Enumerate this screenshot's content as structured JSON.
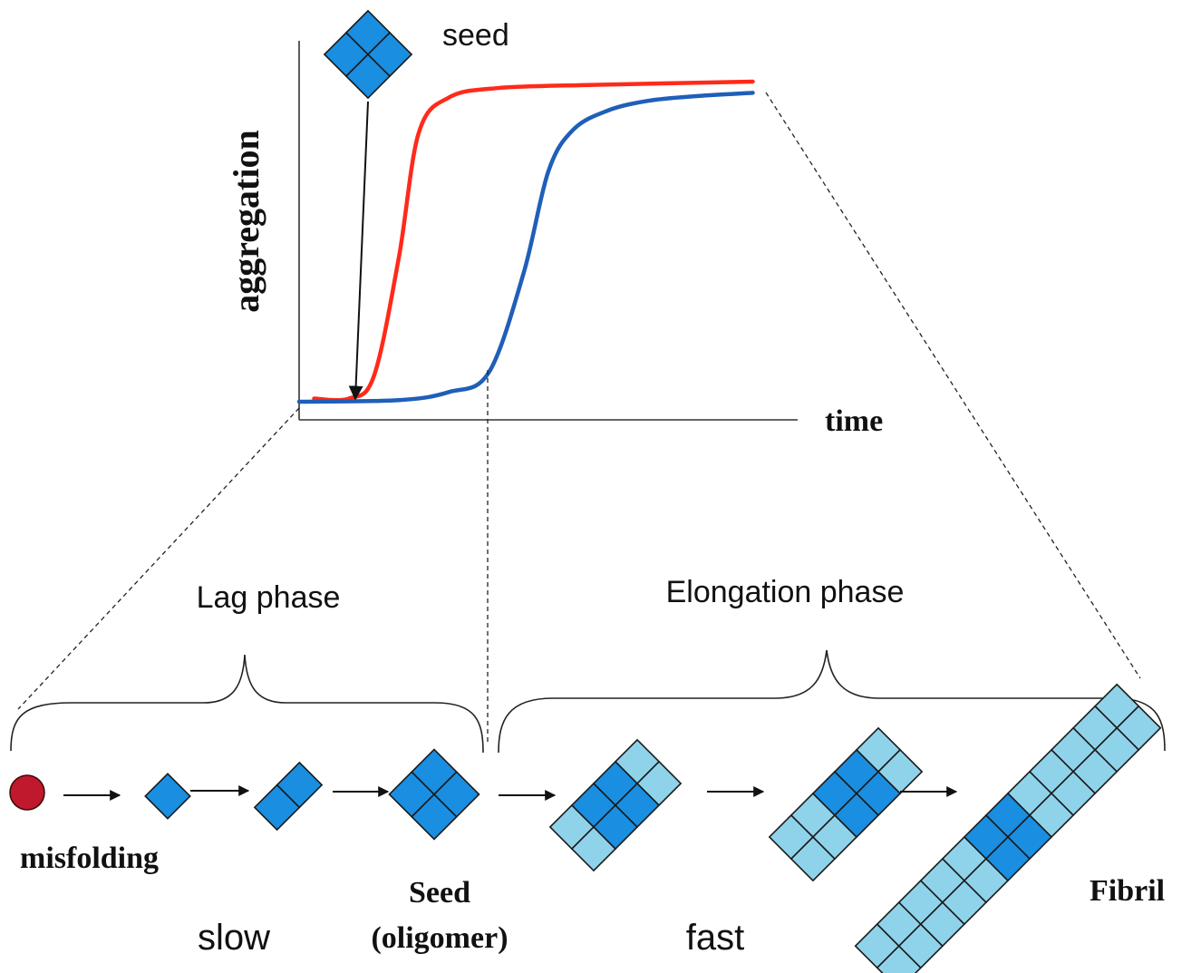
{
  "chart": {
    "ylabel": "aggregation",
    "xlabel": "time",
    "seed_label": "seed"
  },
  "phases": {
    "lag": "Lag phase",
    "elongation": "Elongation phase"
  },
  "stages": {
    "misfolding": "misfolding",
    "seed_line1": "Seed",
    "seed_line2": "(oligomer)",
    "fibril": "Fibril",
    "slow": "slow",
    "fast": "fast"
  },
  "colors": {
    "seeded_curve": "#ff2a1a",
    "unseeded_curve": "#1f5fb8",
    "core_block": "#1a8ee0",
    "fibril_block": "#8fd3ea",
    "monomer": "#c0182c"
  },
  "chart_data": {
    "type": "line",
    "title": "",
    "xlabel": "time",
    "ylabel": "aggregation",
    "series": [
      {
        "color": "#ff2a1a",
        "x": [
          0.03,
          0.1,
          0.15,
          0.2,
          0.24,
          0.3,
          0.4,
          0.6,
          0.91
        ],
        "values": [
          0.01,
          0.01,
          0.08,
          0.45,
          0.84,
          0.95,
          0.98,
          0.99,
          1.0
        ]
      },
      {
        "color": "#1f5fb8",
        "x": [
          0.0,
          0.2,
          0.3,
          0.38,
          0.45,
          0.5,
          0.55,
          0.62,
          0.7,
          0.8,
          0.91
        ],
        "values": [
          0.0,
          0.005,
          0.03,
          0.09,
          0.4,
          0.72,
          0.85,
          0.91,
          0.94,
          0.955,
          0.965
        ]
      }
    ]
  }
}
